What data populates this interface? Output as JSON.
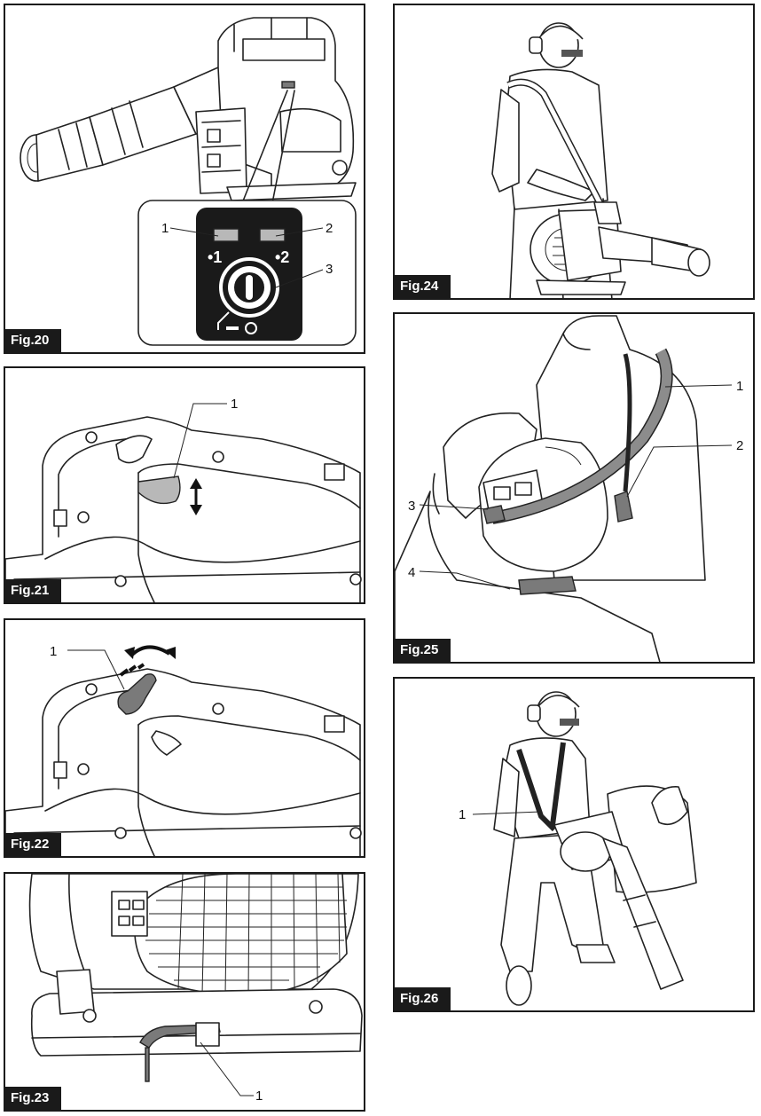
{
  "figures": [
    {
      "id": "fig20",
      "label": "Fig.20",
      "callouts": [
        "1",
        "2",
        "3"
      ],
      "panel_marks": [
        "•1",
        "•2"
      ]
    },
    {
      "id": "fig21",
      "label": "Fig.21",
      "callouts": [
        "1"
      ]
    },
    {
      "id": "fig22",
      "label": "Fig.22",
      "callouts": [
        "1"
      ]
    },
    {
      "id": "fig23",
      "label": "Fig.23",
      "callouts": [
        "1"
      ]
    },
    {
      "id": "fig24",
      "label": "Fig.24",
      "callouts": []
    },
    {
      "id": "fig25",
      "label": "Fig.25",
      "callouts": [
        "1",
        "2",
        "3",
        "4"
      ]
    },
    {
      "id": "fig26",
      "label": "Fig.26",
      "callouts": [
        "1"
      ]
    }
  ]
}
